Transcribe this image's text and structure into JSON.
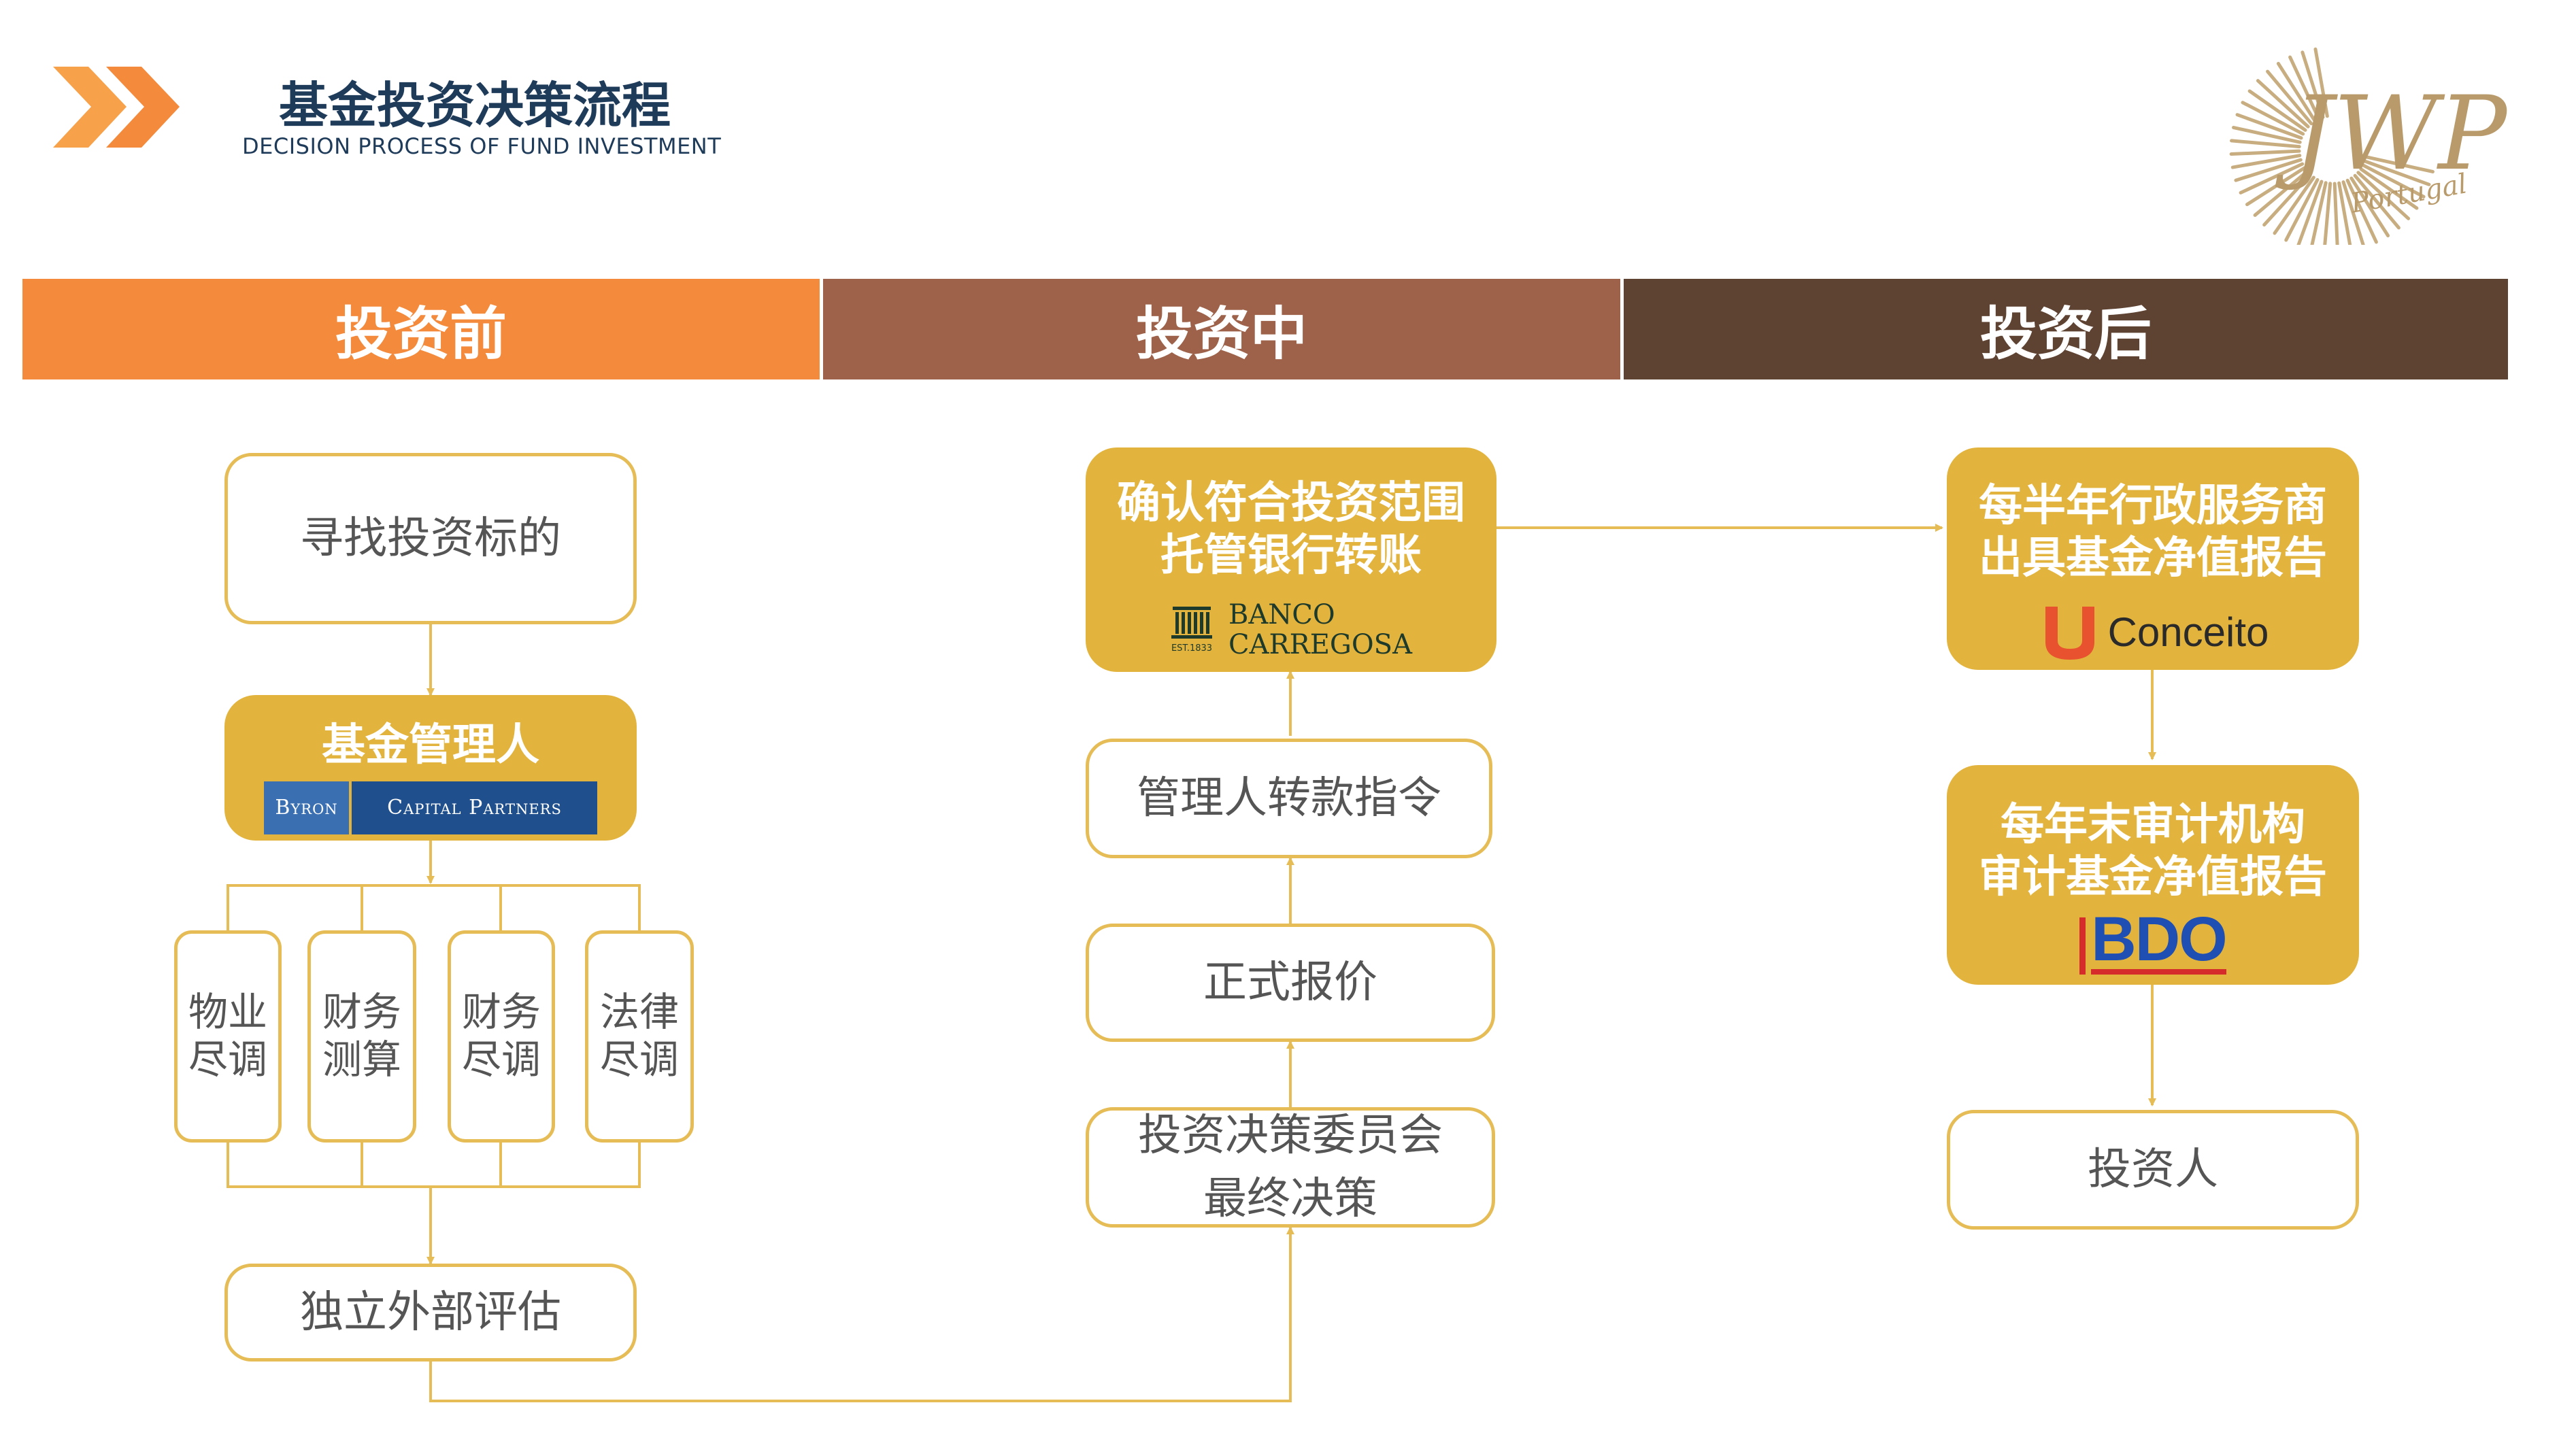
{
  "header": {
    "title": "基金投资决策流程",
    "subtitle": "DECISION PROCESS OF FUND INVESTMENT"
  },
  "logo": {
    "initials": "JWP",
    "country": "Portugal"
  },
  "phases": [
    {
      "label": "投资前",
      "color": "#f48a3c"
    },
    {
      "label": "投资中",
      "color": "#9d6249"
    },
    {
      "label": "投资后",
      "color": "#5e4232"
    }
  ],
  "colors": {
    "accent_gold": "#e2b43e",
    "border_gold": "#e5bc55",
    "text_gray": "#555555"
  },
  "pre_investment": {
    "find_target": "寻找投资标的",
    "fund_manager": "基金管理人",
    "manager_brand": {
      "part1": "Byron",
      "part2": "Capital Partners"
    },
    "due_diligence": [
      {
        "line1": "物业",
        "line2": "尽调"
      },
      {
        "line1": "财务",
        "line2": "测算"
      },
      {
        "line1": "财务",
        "line2": "尽调"
      },
      {
        "line1": "法律",
        "line2": "尽调"
      }
    ],
    "valuation": "独立外部评估"
  },
  "during_investment": {
    "committee": {
      "line1": "投资决策委员会",
      "line2": "最终决策"
    },
    "quote": "正式报价",
    "transfer_instruction": "管理人转款指令",
    "confirm": {
      "line1": "确认符合投资范围",
      "line2": "托管银行转账"
    },
    "bank_brand": {
      "line1": "BANCO",
      "line2": "CARREGOSA",
      "est": "EST.1833"
    }
  },
  "post_investment": {
    "semiannual": {
      "line1": "每半年行政服务商",
      "line2": "出具基金净值报告"
    },
    "admin_brand": "Conceito",
    "annual": {
      "line1": "每年末审计机构",
      "line2": "审计基金净值报告"
    },
    "auditor_brand": "BDO",
    "investor": "投资人"
  }
}
